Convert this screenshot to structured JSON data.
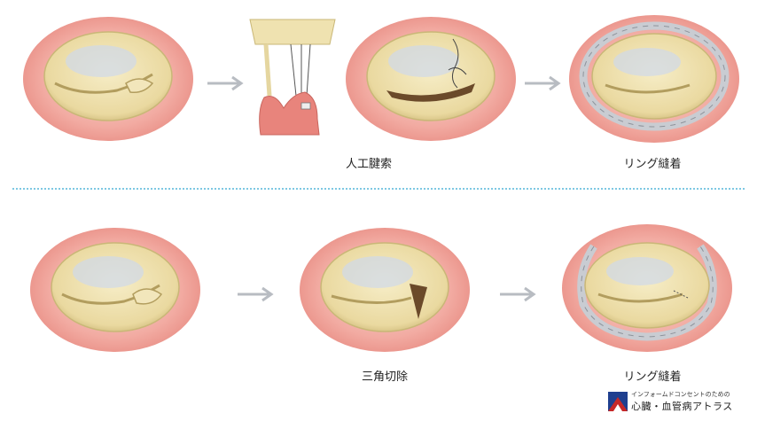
{
  "captions": {
    "artificial_chordae": "人工腱索",
    "ring_suture_top": "リング縫着",
    "triangular_resection": "三角切除",
    "ring_suture_bottom": "リング縫着"
  },
  "logo": {
    "subtitle": "インフォームドコンセントのための",
    "title": "心臓・血管病アトラス"
  },
  "colors": {
    "tissue_outer": "#f0a9a2",
    "tissue_inner": "#f7c9c3",
    "leaflet": "#efe2b0",
    "leaflet_shadow": "#c9b777",
    "highlight": "#cfd8ea",
    "divider": "#7ec8e3",
    "arrow": "#b8bcc2",
    "logo_red": "#c62828",
    "logo_blue": "#1f3f8f"
  }
}
